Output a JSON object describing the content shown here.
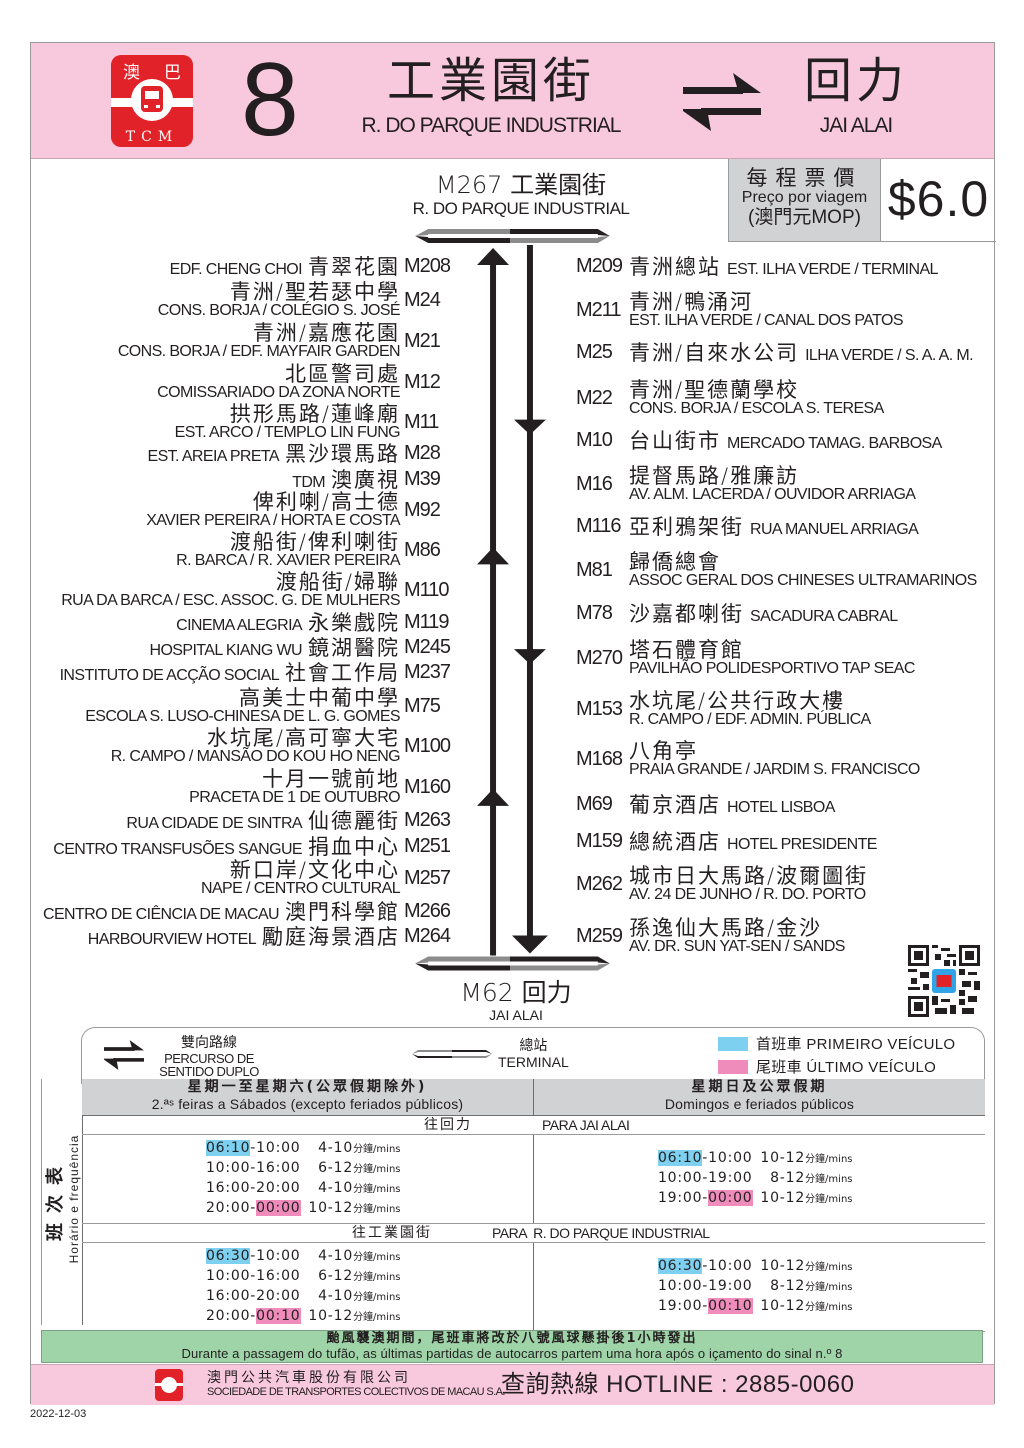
{
  "header": {
    "logo": {
      "top_left": "澳",
      "top_right": "巴",
      "bottom": "TCM",
      "icon": "bus-icon"
    },
    "route_number": "8",
    "origin": {
      "zh": "工業園街",
      "pt": "R. DO PARQUE INDUSTRIAL"
    },
    "direction_icon": "two-way-arrows-icon",
    "destination": {
      "zh": "回力",
      "pt": "JAI ALAI"
    },
    "colors": {
      "header_bg": "#f8c9dc",
      "logo_red": "#e12228"
    }
  },
  "fare": {
    "label_zh": "每程票價",
    "label_pt": "Preço por viagem",
    "currency": "(澳門元MOP)",
    "value": "$6.0"
  },
  "terminals": {
    "top": {
      "code": "M267",
      "zh": "工業園街",
      "line1": "M267 工業園街",
      "pt": "R. DO PARQUE INDUSTRIAL"
    },
    "bottom": {
      "code": "M62",
      "zh": "回力",
      "line1": "M62 回力",
      "pt": "JAI ALAI"
    }
  },
  "stops_to_parque": [
    {
      "code": "M208",
      "zh": "青翠花園",
      "pt": "EDF. CHENG CHOI",
      "layout": "inline"
    },
    {
      "code": "M24",
      "zh": "青洲/聖若瑟中學",
      "pt": "CONS. BORJA / COLÉGIO S. JOSÉ",
      "layout": "stacked"
    },
    {
      "code": "M21",
      "zh": "青洲/嘉應花園",
      "pt": "CONS. BORJA / EDF. MAYFAIR GARDEN",
      "layout": "stacked"
    },
    {
      "code": "M12",
      "zh": "北區警司處",
      "pt": "COMISSARIADO DA ZONA NORTE",
      "layout": "stacked"
    },
    {
      "code": "M11",
      "zh": "拱形馬路/蓮峰廟",
      "pt": "EST. ARCO / TEMPLO LIN FUNG",
      "layout": "stacked"
    },
    {
      "code": "M28",
      "zh": "黑沙環馬路",
      "pt": "EST. AREIA PRETA",
      "layout": "inline"
    },
    {
      "code": "M39",
      "zh": "澳廣視",
      "pt": "TDM",
      "layout": "inline"
    },
    {
      "code": "M92",
      "zh": "俾利喇/高士德",
      "pt": "XAVIER PEREIRA / HORTA E COSTA",
      "layout": "stacked"
    },
    {
      "code": "M86",
      "zh": "渡船街/俾利喇街",
      "pt": "R. BARCA / R. XAVIER PEREIRA",
      "layout": "stacked"
    },
    {
      "code": "M110",
      "zh": "渡船街/婦聯",
      "pt": "RUA DA BARCA / ESC. ASSOC. G. DE MULHERS",
      "layout": "stacked"
    },
    {
      "code": "M119",
      "zh": "永樂戲院",
      "pt": "CINEMA ALEGRIA",
      "layout": "inline"
    },
    {
      "code": "M245",
      "zh": "鏡湖醫院",
      "pt": "HOSPITAL KIANG WU",
      "layout": "inline"
    },
    {
      "code": "M237",
      "zh": "社會工作局",
      "pt": "INSTITUTO DE ACÇÃO SOCIAL",
      "layout": "inline"
    },
    {
      "code": "M75",
      "zh": "高美士中葡中學",
      "pt": "ESCOLA S. LUSO-CHINESA DE L. G. GOMES",
      "layout": "stacked"
    },
    {
      "code": "M100",
      "zh": "水坑尾/高可寧大宅",
      "pt": "R. CAMPO / MANSÃO DO KOU HO NENG",
      "layout": "stacked"
    },
    {
      "code": "M160",
      "zh": "十月一號前地",
      "pt": "PRACETA DE 1 DE OUTUBRO",
      "layout": "stacked"
    },
    {
      "code": "M263",
      "zh": "仙德麗街",
      "pt": "RUA CIDADE DE SINTRA",
      "layout": "inline"
    },
    {
      "code": "M251",
      "zh": "捐血中心",
      "pt": "CENTRO TRANSFUSÕES SANGUE",
      "layout": "inline"
    },
    {
      "code": "M257",
      "zh": "新口岸/文化中心",
      "pt": "NAPE / CENTRO CULTURAL",
      "layout": "stacked"
    },
    {
      "code": "M266",
      "zh": "澳門科學館",
      "pt": "CENTRO DE CIÊNCIA DE MACAU",
      "layout": "inline"
    },
    {
      "code": "M264",
      "zh": "勵庭海景酒店",
      "pt": "HARBOURVIEW HOTEL",
      "layout": "inline"
    }
  ],
  "stops_to_jai_alai": [
    {
      "code": "M209",
      "zh": "青洲總站",
      "pt": "EST. ILHA VERDE / TERMINAL",
      "layout": "inline"
    },
    {
      "code": "M211",
      "zh": "青洲/鴨涌河",
      "pt": "EST. ILHA VERDE / CANAL DOS PATOS",
      "layout": "stacked"
    },
    {
      "code": "M25",
      "zh": "青洲/自來水公司",
      "pt": "ILHA VERDE / S. A. A. M.",
      "layout": "inline"
    },
    {
      "code": "M22",
      "zh": "青洲/聖德蘭學校",
      "pt": "CONS. BORJA / ESCOLA S. TERESA",
      "layout": "stacked"
    },
    {
      "code": "M10",
      "zh": "台山街市",
      "pt": "MERCADO TAMAG. BARBOSA",
      "layout": "inline"
    },
    {
      "code": "M16",
      "zh": "提督馬路/雅廉訪",
      "pt": "AV. ALM. LACERDA / OUVIDOR ARRIAGA",
      "layout": "stacked"
    },
    {
      "code": "M116",
      "zh": "亞利鴉架街",
      "pt": "RUA MANUEL ARRIAGA",
      "layout": "inline"
    },
    {
      "code": "M81",
      "zh": "歸僑總會",
      "pt": "ASSOC GERAL DOS CHINESES ULTRAMARINOS",
      "layout": "stacked"
    },
    {
      "code": "M78",
      "zh": "沙嘉都喇街",
      "pt": "SACADURA CABRAL",
      "layout": "inline"
    },
    {
      "code": "M270",
      "zh": "塔石體育館",
      "pt": "PAVILHÃO POLIDESPORTIVO TAP SEAC",
      "layout": "stacked"
    },
    {
      "code": "M153",
      "zh": "水坑尾/公共行政大樓",
      "pt": "R. CAMPO / EDF. ADMIN. PÚBLICA",
      "layout": "stacked"
    },
    {
      "code": "M168",
      "zh": "八角亭",
      "pt": "PRAIA GRANDE / JARDIM S. FRANCISCO",
      "layout": "stacked"
    },
    {
      "code": "M69",
      "zh": "葡京酒店",
      "pt": "HOTEL LISBOA",
      "layout": "inline"
    },
    {
      "code": "M159",
      "zh": "總統酒店",
      "pt": "HOTEL PRESIDENTE",
      "layout": "inline"
    },
    {
      "code": "M262",
      "zh": "城市日大馬路/波爾圖街",
      "pt": "AV. 24 DE JUNHO / R. DO. PORTO",
      "layout": "stacked"
    },
    {
      "code": "M259",
      "zh": "孫逸仙大馬路/金沙",
      "pt": "AV. DR. SUN YAT-SEN / SANDS",
      "layout": "stacked"
    }
  ],
  "qr_code": {
    "icon": "qr-code-icon"
  },
  "legend": {
    "dual": {
      "zh": "雙向路線",
      "pt": "PERCURSO DE SENTIDO DUPLO"
    },
    "terminal": {
      "zh": "總站",
      "pt": "TERMINAL"
    },
    "first": {
      "label": "首班車 PRIMEIRO VEÍCULO",
      "color": "#7dd0f0"
    },
    "last": {
      "label": "尾班車 ÚLTIMO VEÍCULO",
      "color": "#f08cbc"
    }
  },
  "timetable": {
    "side_zh": "班次表",
    "side_pt": "Horário e frequência",
    "weekday_header": {
      "zh": "星期一至星期六(公眾假期除外)",
      "pt": "2.ªˢ feiras a Sábados (excepto feriados públicos)"
    },
    "holiday_header": {
      "zh": "星期日及公眾假期",
      "pt": "Domingos e feriados públicos"
    },
    "directions": [
      {
        "label_zh": "往回力",
        "label_pt": "PARA JAI ALAI",
        "weekday": [
          {
            "first": "06:10",
            "rest": "-10:00",
            "freq": "4-10",
            "unit": "分鐘/mins"
          },
          {
            "pre": "10:00-16:00",
            "freq": "6-12",
            "unit": "分鐘/mins"
          },
          {
            "pre": "16:00-20:00",
            "freq": "4-10",
            "unit": "分鐘/mins"
          },
          {
            "pre": "20:00-",
            "last": "00:00",
            "freq": "10-12",
            "unit": "分鐘/mins"
          }
        ],
        "holiday": [
          {
            "first": "06:10",
            "rest": "-10:00",
            "freq": "10-12",
            "unit": "分鐘/mins"
          },
          {
            "pre": "10:00-19:00",
            "freq": "8-12",
            "unit": "分鐘/mins"
          },
          {
            "pre": "19:00-",
            "last": "00:00",
            "freq": "10-12",
            "unit": "分鐘/mins"
          }
        ]
      },
      {
        "label_zh": "往工業園街",
        "label_pt": "PARA  R. DO PARQUE INDUSTRIAL",
        "weekday": [
          {
            "first": "06:30",
            "rest": "-10:00",
            "freq": "4-10",
            "unit": "分鐘/mins"
          },
          {
            "pre": "10:00-16:00",
            "freq": "6-12",
            "unit": "分鐘/mins"
          },
          {
            "pre": "16:00-20:00",
            "freq": "4-10",
            "unit": "分鐘/mins"
          },
          {
            "pre": "20:00-",
            "last": "00:10",
            "freq": "10-12",
            "unit": "分鐘/mins"
          }
        ],
        "holiday": [
          {
            "first": "06:30",
            "rest": "-10:00",
            "freq": "10-12",
            "unit": "分鐘/mins"
          },
          {
            "pre": "10:00-19:00",
            "freq": "8-12",
            "unit": "分鐘/mins"
          },
          {
            "pre": "19:00-",
            "last": "00:10",
            "freq": "10-12",
            "unit": "分鐘/mins"
          }
        ]
      }
    ]
  },
  "typhoon_notice": {
    "zh": "颱風襲澳期間，尾班車將改於八號風球懸掛後1小時發出",
    "pt": "Durante a passagem do tufão, as últimas partidas de autocarros partem uma hora após o içamento do sinal n.º 8",
    "color": "#9fd4a8"
  },
  "footer": {
    "company_zh": "澳門公共汽車股份有限公司",
    "company_pt": "SOCIEDADE DE TRANSPORTES COLECTIVOS DE MACAU S.A.",
    "hotline": "查詢熱線 HOTLINE : 2885-0060"
  },
  "print_date": "2022-12-03"
}
